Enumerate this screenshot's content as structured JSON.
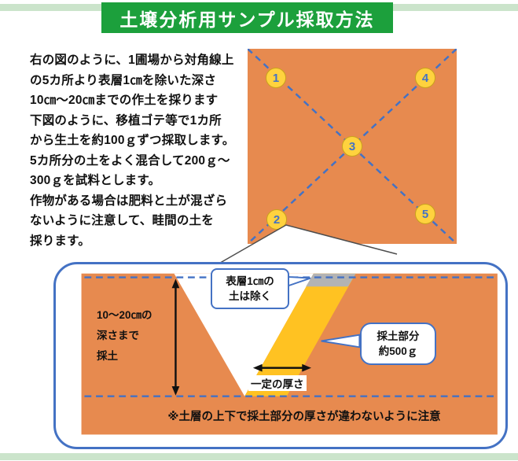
{
  "title": "土壌分析用サンプル採取方法",
  "instructions": {
    "lines": [
      "右の図のように、1圃場から対角線上",
      "の5カ所より表層1㎝を除いた深さ",
      "10㎝～20㎝までの作土を採ります",
      "下図のように、移植ゴテ等で1カ所",
      "から生土を約100ｇずつ採取します。",
      "5カ所分の土をよく混合して200ｇ～",
      "300ｇを試料とします。",
      "作物がある場合は肥料と土が混ざら",
      "ないように注意して、畦間の土を",
      "採ります。"
    ]
  },
  "field_diagram": {
    "markers": [
      {
        "label": "1"
      },
      {
        "label": "2"
      },
      {
        "label": "3"
      },
      {
        "label": "4"
      },
      {
        "label": "5"
      }
    ]
  },
  "cross_section": {
    "surface_bubble": {
      "line1": "表層1㎝の",
      "line2": "土は除く"
    },
    "depth_label": {
      "line1": "10～20㎝の",
      "line2": "深さまで",
      "line3": "採土"
    },
    "sample_bubble": {
      "line1": "採土部分",
      "line2": "約500ｇ"
    },
    "thickness_label": "一定の厚さ",
    "bottom_note": "※土層の上下で採土部分の厚さが違わないように注意"
  },
  "colors": {
    "banner_green": "#1ca03c",
    "light_green": "#cbe4cb",
    "field_orange": "#e78a4f",
    "accent_blue": "#4472c4",
    "marker_gold": "#ffd23e",
    "sample_yellow": "#ffc222",
    "surface_gray": "#b3b3b3"
  }
}
